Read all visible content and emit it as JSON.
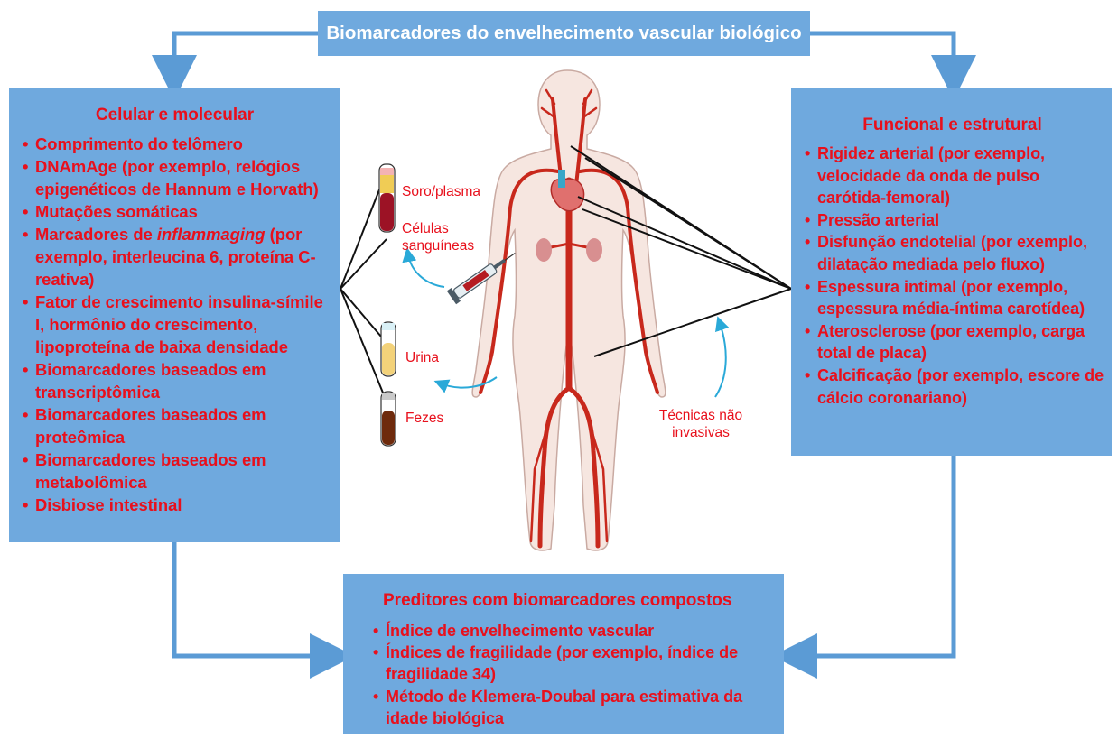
{
  "title": "Biomarcadores do envelhecimento vascular biológico",
  "left_box": {
    "heading": "Celular e molecular",
    "items": [
      "Comprimento do telômero",
      "DNAmAge (por exemplo, relógios epigenéticos de Hannum e Horvath)",
      "Mutações somáticas",
      {
        "before": "Marcadores de ",
        "italic": "inflammaging",
        "after": " (por exemplo, interleucina 6, proteína C-reativa)"
      },
      "Fator de crescimento insulina-símile I, hormônio do crescimento, lipoproteína de baixa densidade",
      "Biomarcadores baseados em transcriptômica",
      "Biomarcadores baseados em proteômica",
      "Biomarcadores baseados em metabolômica",
      "Disbiose intestinal"
    ]
  },
  "right_box": {
    "heading": "Funcional e estrutural",
    "items": [
      "Rigidez arterial (por exemplo, velocidade da onda de pulso carótida-femoral)",
      "Pressão arterial",
      "Disfunção endotelial (por exemplo, dilatação mediada pelo fluxo)",
      "Espessura intimal (por exemplo, espessura média-íntima carotídea)",
      "Aterosclerose (por exemplo, carga total de placa)",
      "Calcificação (por exemplo, escore de cálcio coronariano)"
    ]
  },
  "bottom_box": {
    "heading": "Preditores com biomarcadores compostos",
    "items": [
      "Índice de envelhecimento vascular",
      "Índices de fragilidade (por exemplo, índice de fragilidade 34)",
      "Método de Klemera-Doubal para estimativa da idade biológica"
    ]
  },
  "labels": {
    "serum": "Soro/plasma",
    "blood_cells": "Células sanguíneas",
    "urine": "Urina",
    "feces": "Fezes",
    "noninvasive": "Técnicas não invasivas"
  },
  "colors": {
    "box_blue": "#6fa9de",
    "arrow_blue": "#5b9bd5",
    "text_red": "#e8101c",
    "artery_red": "#c8281c",
    "skin": "#f6e6e0",
    "cyan_arrow": "#2aa9d8"
  }
}
